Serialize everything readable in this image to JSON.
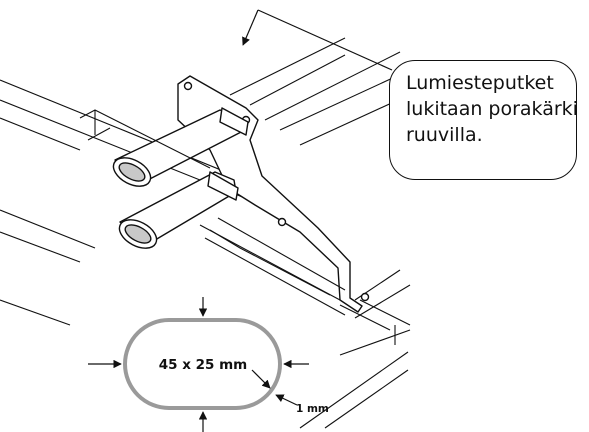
{
  "callout": {
    "lines": [
      "Lumiesteputket",
      "lukitaan porakärki",
      "ruuvilla."
    ]
  },
  "profile": {
    "dimension_label": "45 x 25 mm",
    "wall_thickness_label": "1 mm"
  },
  "colors": {
    "line": "#111111",
    "profile_outline": "#9a9a9a",
    "tube_inner": "#c8c8c8",
    "background": "#ffffff"
  }
}
